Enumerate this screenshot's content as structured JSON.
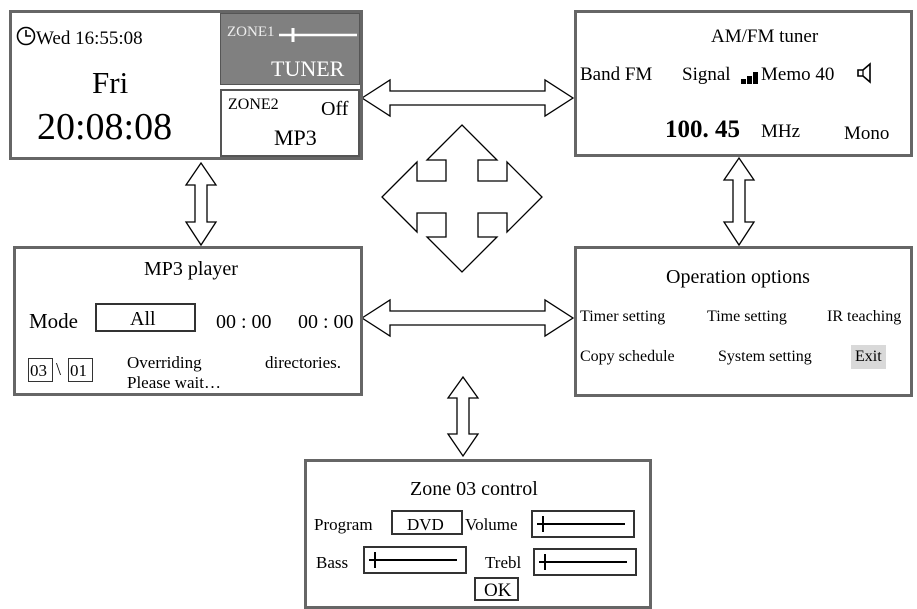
{
  "clock_panel": {
    "clock_line": "Wed 16:55:08",
    "day": "Fri",
    "time": "20:08:08",
    "zone1_label": "ZONE1",
    "zone1_source": "TUNER",
    "zone2_label": "ZONE2",
    "zone2_status": "Off",
    "zone2_source": "MP3"
  },
  "tuner_panel": {
    "title": "AM/FM tuner",
    "band_label": "Band FM",
    "signal_label": "Signal",
    "memo_label": "Memo 40",
    "frequency": "100. 45",
    "frequency_unit": "MHz",
    "stereo_mode": "Mono"
  },
  "mp3_panel": {
    "title": "MP3 player",
    "mode_label": "Mode",
    "mode_value": "All",
    "elapsed_time": "00 : 00",
    "total_time": "00 : 00",
    "track_current": "03",
    "separator": "\\",
    "track_total": "01",
    "message_word1": "Overriding",
    "message_word2": "directories.",
    "message_line2": "Please wait…"
  },
  "options_panel": {
    "title": "Operation options",
    "row1": [
      "Timer setting",
      "Time setting",
      "IR teaching"
    ],
    "row2": [
      "Copy schedule",
      "System setting",
      "Exit"
    ]
  },
  "zone_panel": {
    "title": "Zone 03 control",
    "program_label": "Program",
    "program_value": "DVD",
    "volume_label": "Volume",
    "bass_label": "Bass",
    "treble_label": "Trebl",
    "ok_label": "OK"
  },
  "colors": {
    "panel_border": "#666666",
    "zone1_fill": "#808080",
    "exit_highlight": "#d9d9d9"
  },
  "icons": [
    "clock-icon",
    "slider-icon",
    "signal-bars-icon",
    "speaker-icon",
    "double-arrow-icon",
    "four-way-arrow-icon"
  ],
  "levels": {
    "zone1_slider": 0.1,
    "signal_strength": 0.75,
    "volume": 0.1,
    "bass": 0.1,
    "treble": 0.1
  }
}
